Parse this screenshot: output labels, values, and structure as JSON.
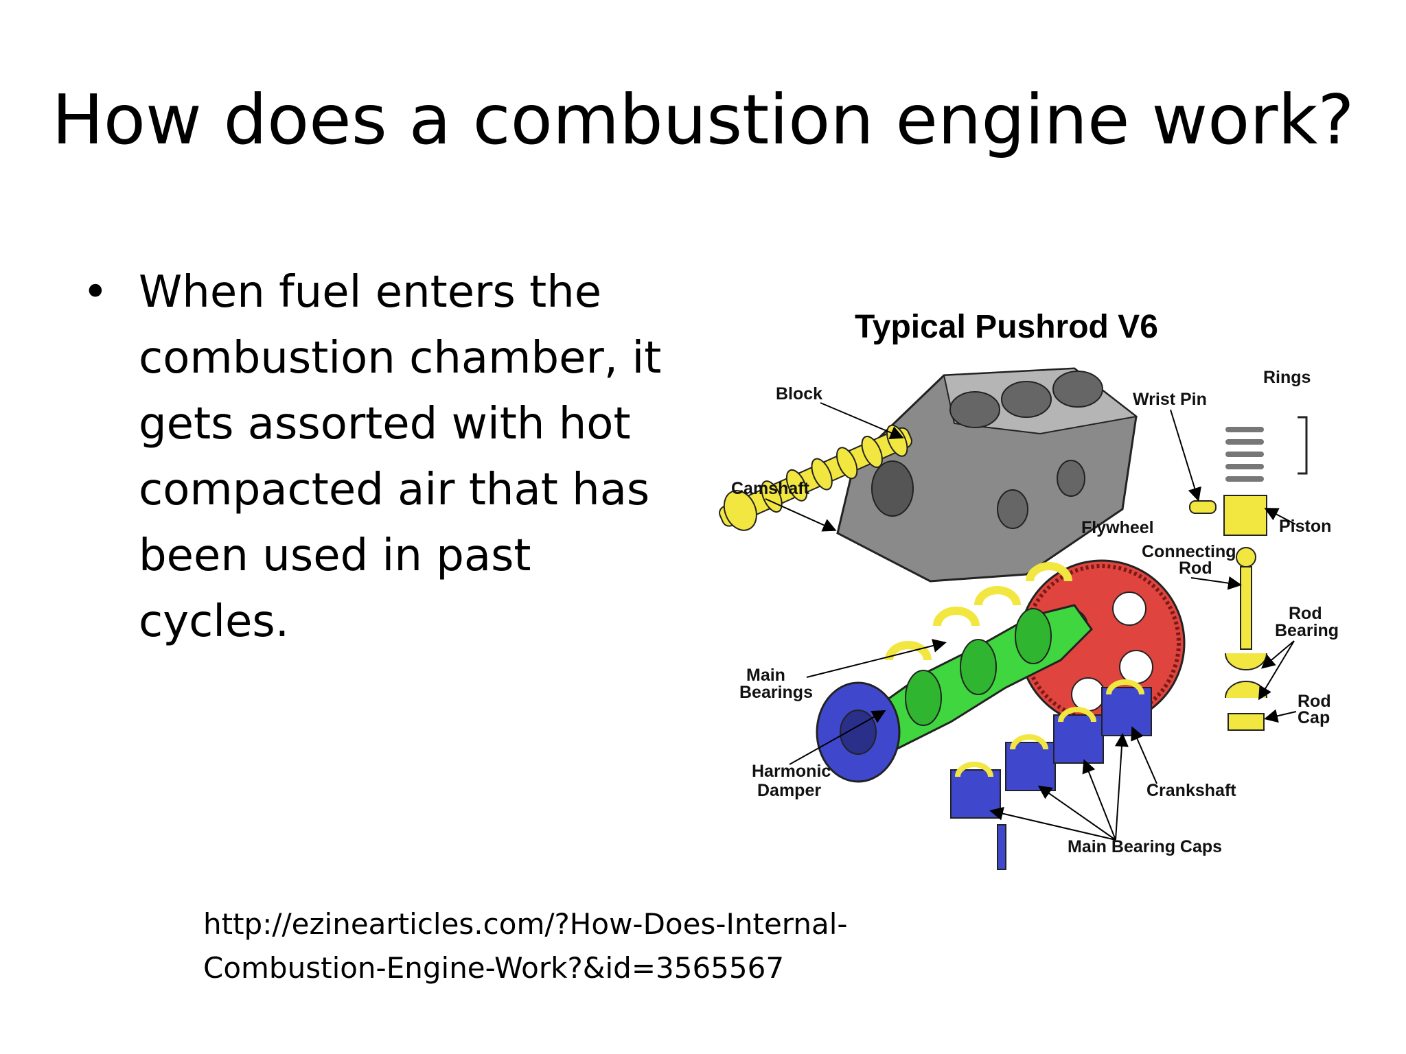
{
  "slide": {
    "title": "How does a combustion engine work?",
    "bullet_symbol": "•",
    "bullet_lines": [
      "When  fuel enters the",
      "combustion chamber, it",
      "gets assorted with hot",
      "compacted air that has",
      "been used in past",
      "cycles."
    ],
    "source_lines": [
      "http://ezinearticles.com/?How-Does-Internal-",
      "Combustion-Engine-Work?&id=3565567"
    ]
  },
  "diagram": {
    "title": "Typical Pushrod V6",
    "labels": {
      "block": "Block",
      "camshaft": "Camshaft",
      "main_bearings_1": "Main",
      "main_bearings_2": "Bearings",
      "harmonic_damper_1": "Harmonic",
      "harmonic_damper_2": "Damper",
      "wrist_pin": "Wrist Pin",
      "rings": "Rings",
      "piston": "Piston",
      "flywheel": "Flywheel",
      "connecting_rod_1": "Connecting",
      "connecting_rod_2": "Rod",
      "rod_bearing_1": "Rod",
      "rod_bearing_2": "Bearing",
      "rod_cap_1": "Rod",
      "rod_cap_2": "Cap",
      "crankshaft": "Crankshaft",
      "main_bearing_caps": "Main Bearing Caps"
    },
    "colors": {
      "block": "#8a8a8a",
      "camshaft": "#f2e640",
      "crankshaft": "#3fd63f",
      "flywheel": "#e0443e",
      "damper": "#3f48cc",
      "bearing_caps": "#3f48cc",
      "bearings": "#f2e640",
      "piston": "#f2e640"
    }
  }
}
